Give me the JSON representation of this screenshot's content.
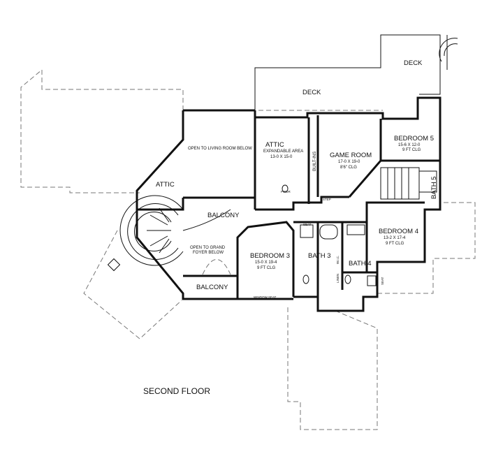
{
  "plan_title": "SECOND FLOOR",
  "rooms": {
    "deck_upper": "DECK",
    "deck_lower": "DECK",
    "attic_expandable": {
      "name": "ATTIC",
      "note": "EXPANDABLE AREA",
      "size": "13-0 X 15-0"
    },
    "attic_small": "ATTIC",
    "open_living": "OPEN TO LIVING ROOM BELOW",
    "built_ins": "BUILT-INS",
    "game_room": {
      "name": "GAME ROOM",
      "size": "17-0 X 19-0",
      "ceiling": "8'6\" CLG"
    },
    "bedroom5": {
      "name": "BEDROOM 5",
      "size": "15-6 X 12-0",
      "ceiling": "9 FT CLG"
    },
    "bath5": "BATH 5",
    "pwdr": "PWDR",
    "step": "STEP",
    "balcony_main": "BALCONY",
    "open_foyer": {
      "line1": "OPEN TO GRAND",
      "line2": "FOYER BELOW"
    },
    "balcony_lower": "BALCONY",
    "bedroom3": {
      "name": "BEDROOM 3",
      "size": "15-0 X 19-4",
      "ceiling": "9 FT CLG"
    },
    "window_seat": "WINDOW SEAT",
    "seat": "SEAT",
    "bath3": "BATH 3",
    "bath4": "BATH 4",
    "linen": "LINEN",
    "wic": "W.I.C.",
    "bedroom4": {
      "name": "BEDROOM 4",
      "size": "13-2 X 17-4",
      "ceiling": "9 FT CLG"
    },
    "seat_right": "SEAT"
  }
}
